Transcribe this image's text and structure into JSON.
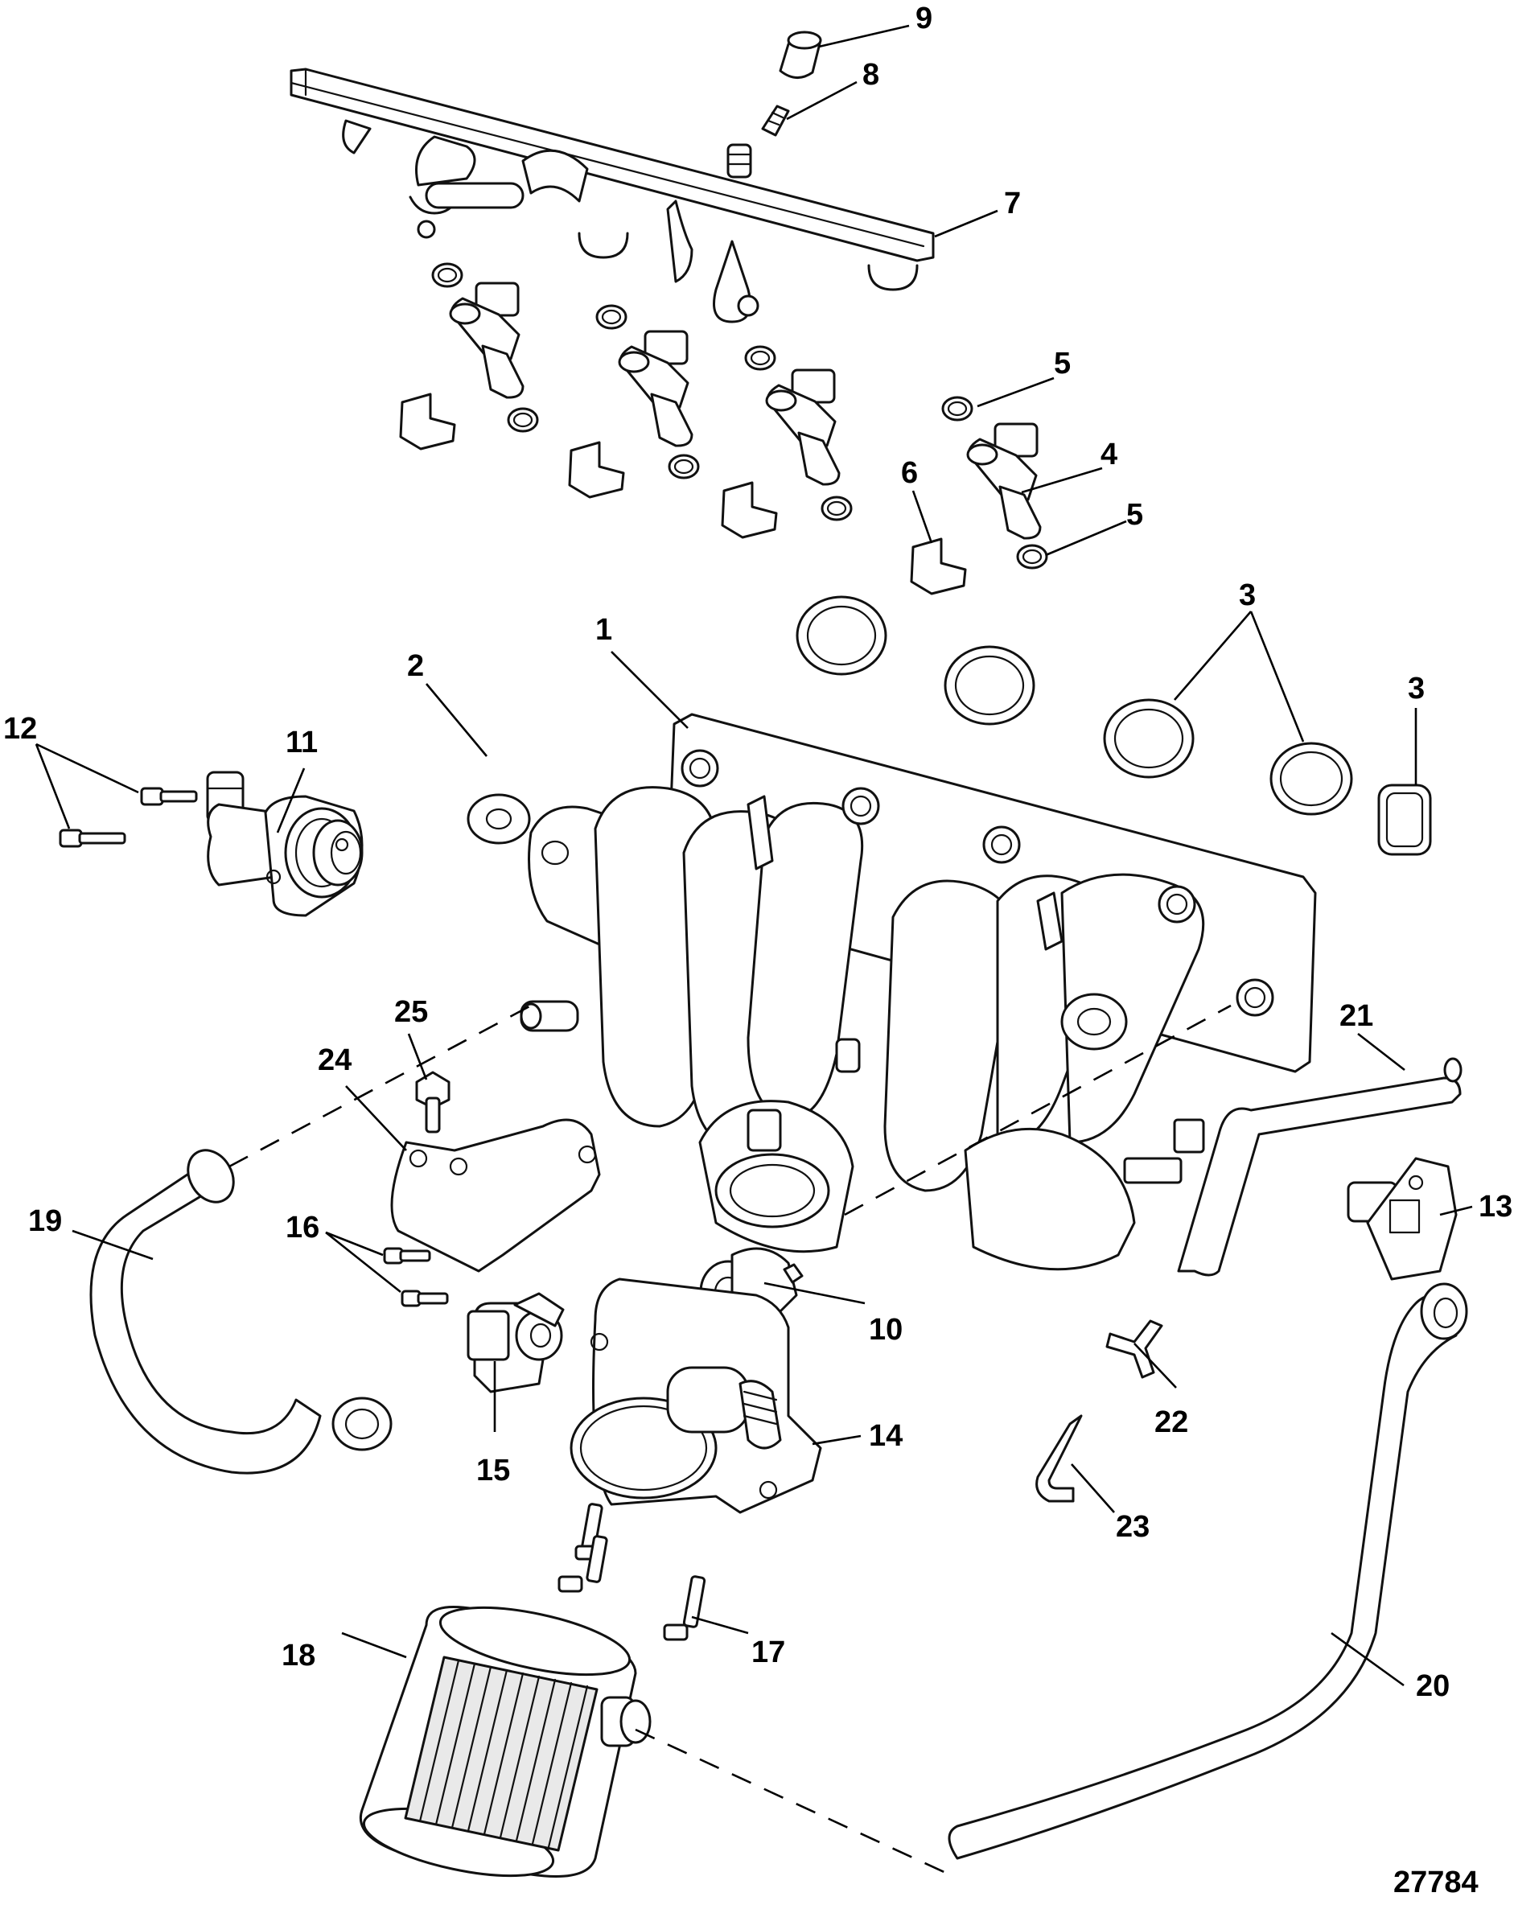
{
  "diagram": {
    "figure_id": "27784",
    "callouts": {
      "c1": "1",
      "c2": "2",
      "c3a": "3",
      "c3b": "3",
      "c4": "4",
      "c5a": "5",
      "c5b": "5",
      "c6": "6",
      "c7": "7",
      "c8": "8",
      "c9": "9",
      "c10": "10",
      "c11": "11",
      "c12": "12",
      "c13": "13",
      "c14": "14",
      "c15": "15",
      "c16": "16",
      "c17": "17",
      "c18": "18",
      "c19": "19",
      "c20": "20",
      "c21": "21",
      "c22": "22",
      "c23": "23",
      "c24": "24",
      "c25": "25"
    }
  }
}
